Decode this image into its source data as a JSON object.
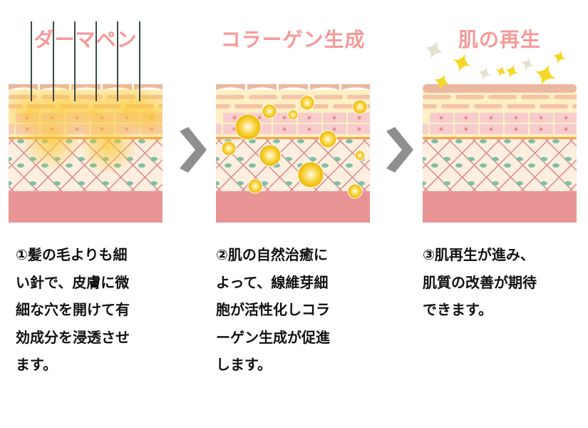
{
  "steps": [
    {
      "title": "ダーマペン",
      "lines": [
        "①髪の毛よりも細",
        "い針で、皮膚に微",
        "細な穴を開けて有",
        "効成分を浸透させ",
        "ます。"
      ]
    },
    {
      "title": "コラーゲン生成",
      "lines": [
        "②肌の自然治癒に",
        "よって、線維芽細",
        "胞が活性化しコラ",
        "ーゲン生成が促進",
        "します。"
      ]
    },
    {
      "title": "肌の再生",
      "lines": [
        "③肌再生が進み、",
        "肌質の改善が期待",
        "できます。"
      ]
    }
  ],
  "colors": {
    "title": "#f59a9a",
    "arrow": "#8f8f8f",
    "dermis": "#e99494",
    "cream": "#fdf0c4"
  }
}
